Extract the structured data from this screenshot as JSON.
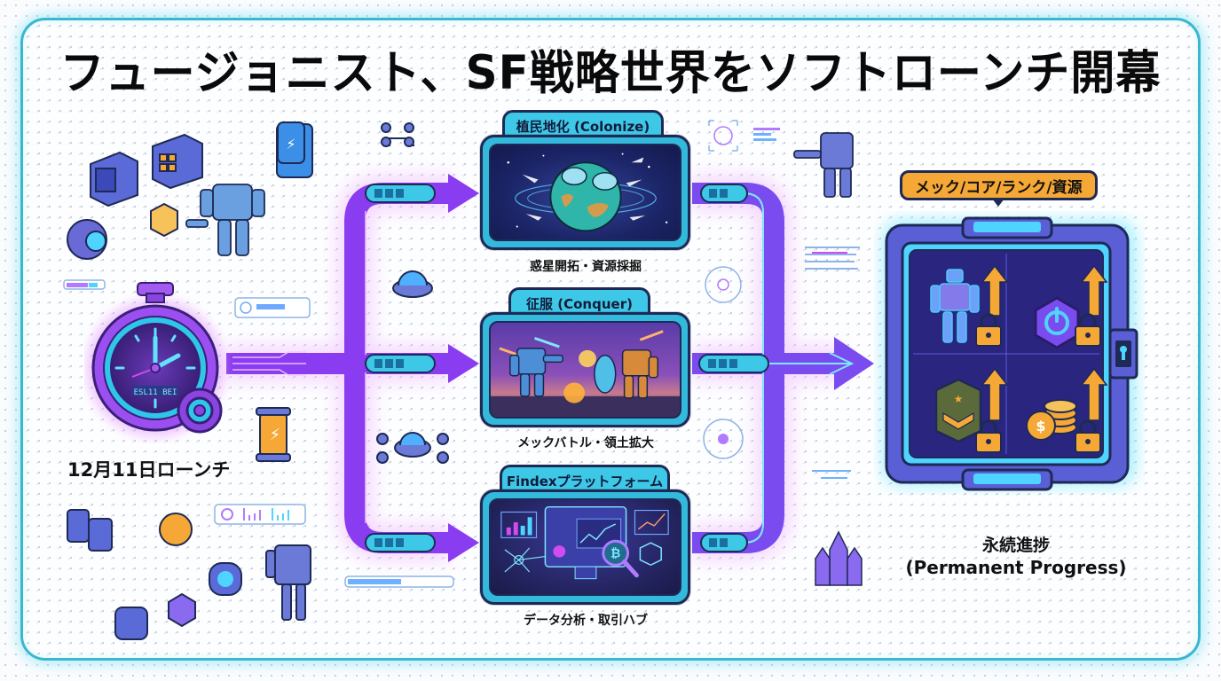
{
  "title": "フュージョニスト、SF戦略世界をソフトローンチ開幕",
  "launch": {
    "label": "12月11日ローンチ",
    "clock_display": "ESL11 BEI",
    "icon": "stopwatch-gear-icon"
  },
  "paths": [
    {
      "id": "colonize",
      "tab_label": "植民地化 (Colonize)",
      "caption": "惑星開拓・資源採掘",
      "scene": "planet-with-domes-and-ships"
    },
    {
      "id": "conquer",
      "tab_label": "征服 (Conquer)",
      "caption": "メックバトル・領土拡大",
      "scene": "mech-battle"
    },
    {
      "id": "findex",
      "tab_label": "Findexプラットフォーム",
      "caption": "データ分析・取引ハブ",
      "scene": "trading-dashboard-with-bitcoin"
    }
  ],
  "vault": {
    "badge": "メック/コア/ランク/資源",
    "caption_jp": "永続進捗",
    "caption_en": "(Permanent Progress)",
    "items": [
      {
        "name": "mech",
        "icon": "robot-icon"
      },
      {
        "name": "core",
        "icon": "power-core-icon"
      },
      {
        "name": "rank",
        "icon": "rank-chevron-icon"
      },
      {
        "name": "resources",
        "icon": "coins-icon"
      }
    ]
  },
  "colors": {
    "pipe": "#8a3cf0",
    "pipe_glow": "#e6a8ff",
    "accent_cyan": "#3cc8e6",
    "frame_border": "#3bb6cf",
    "badge_orange": "#f5a835",
    "navy": "#1e2a55"
  }
}
